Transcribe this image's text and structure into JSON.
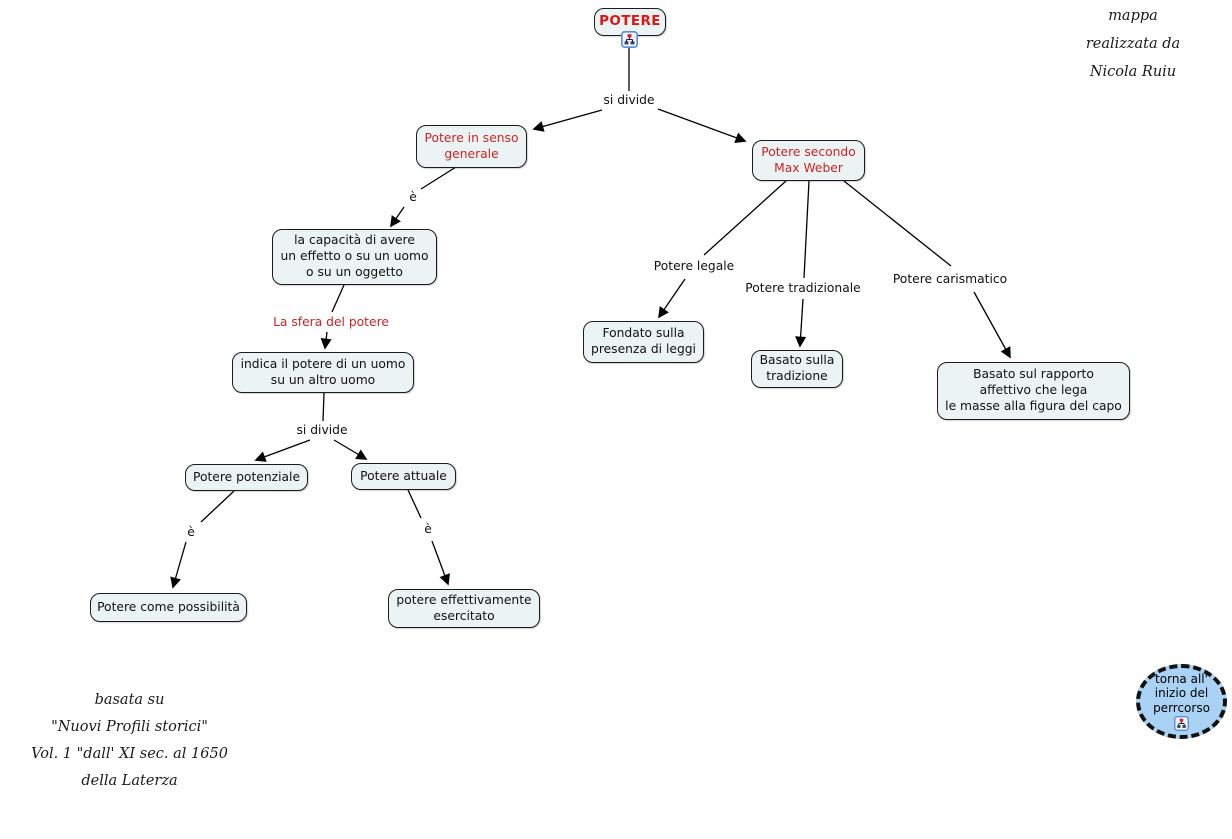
{
  "map": {
    "nodes": {
      "potere": "POTERE",
      "senso": "Potere in senso\ngenerale",
      "weber": "Potere secondo\nMax Weber",
      "capacita": "la capacità di avere\nun effetto o su un uomo\no su un oggetto",
      "indica": "indica il potere di un uomo\nsu un altro uomo",
      "potenziale": "Potere potenziale",
      "attuale": "Potere attuale",
      "possibilita": "Potere come possibilità",
      "esercitato": "potere effettivamente\nesercitato",
      "fondato": "Fondato sulla\npresenza di leggi",
      "tradizione": "Basato sulla\ntradizione",
      "rapporto": "Basato sul rapporto\naffettivo che lega\nle masse alla figura del capo"
    },
    "links": {
      "si_divide_top": "si divide",
      "e_generale": "è",
      "sfera": "La sfera del potere",
      "si_divide_mid": "si divide",
      "e_potenziale": "è",
      "e_attuale": "è",
      "legale": "Potere legale",
      "tradizionale": "Potere tradizionale",
      "carismatico": "Potere carismatico"
    }
  },
  "badge": {
    "label": "torna all'\ninizio del\nperrcorso"
  },
  "credits": {
    "author": {
      "line1": "mappa",
      "line2": "realizzata da",
      "line3": "Nicola Ruiu"
    },
    "source": {
      "line1": "basata su",
      "line2": "\"Nuovi Profili storici\"",
      "line3": "Vol. 1 \"dall' XI sec. al 1650",
      "line4": "della Laterza"
    }
  },
  "icons": {
    "node_link": "linked-cmap-icon"
  },
  "colors": {
    "node_fill": "#ecf3f4",
    "node_border": "#1c1c1c",
    "red_text": "#cc2424",
    "title_red": "#e01414",
    "badge_fill": "#a9d2f4",
    "badge_border": "#111111"
  }
}
